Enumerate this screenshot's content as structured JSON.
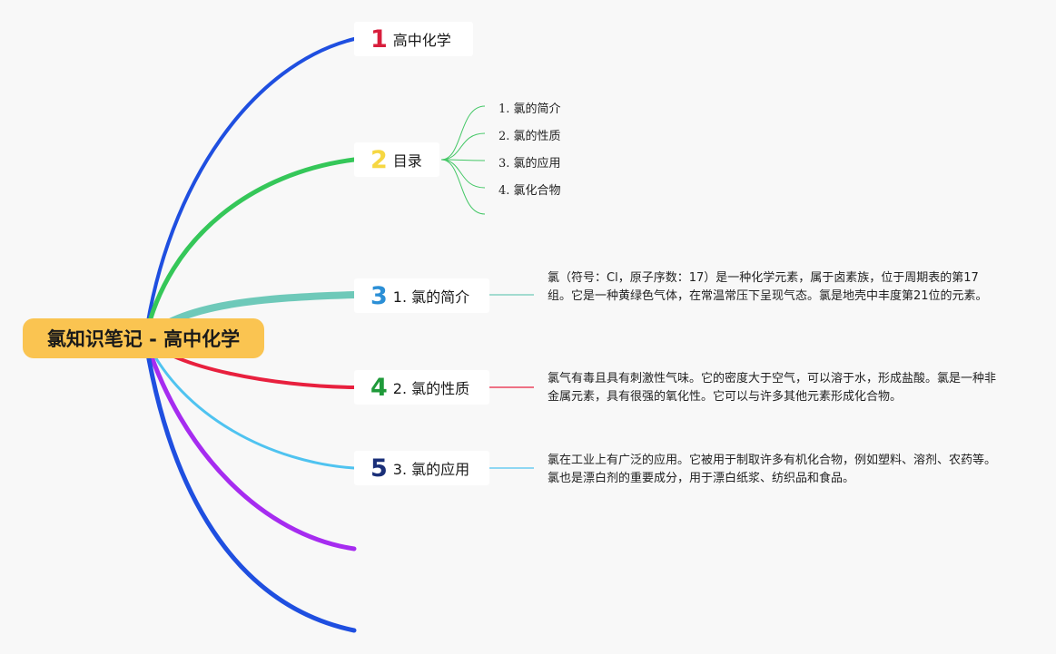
{
  "root": {
    "title": "氯知识笔记 - 高中化学"
  },
  "branches": [
    {
      "num": "1",
      "label": "高中化学",
      "color": "#d81e3c",
      "line_color": "#1f4fe0"
    },
    {
      "num": "2",
      "label": "目录",
      "color": "#f6d742",
      "line_color": "#35c759"
    },
    {
      "num": "3",
      "label": "1. 氯的简介",
      "color": "#2b8fd6",
      "line_color": "#6ec9b9"
    },
    {
      "num": "4",
      "label": "2. 氯的性质",
      "color": "#1f9a3a",
      "line_color": "#e8203e"
    },
    {
      "num": "5",
      "label": "3. 氯的应用",
      "color": "#1a2f78",
      "line_color": "#4fc3f0"
    }
  ],
  "extra_line_colors": [
    "#a62cf0",
    "#1f4fe0"
  ],
  "toc": {
    "items": [
      "1. 氯的简介",
      "2. 氯的性质",
      "3. 氯的应用",
      "4. 氯化合物"
    ]
  },
  "descriptions": {
    "intro": "氯（符号：Cl，原子序数：17）是一种化学元素，属于卤素族，位于周期表的第17组。它是一种黄绿色气体，在常温常压下呈现气态。氯是地壳中丰度第21位的元素。",
    "properties": "氯气有毒且具有刺激性气味。它的密度大于空气，可以溶于水，形成盐酸。氯是一种非金属元素，具有很强的氧化性。它可以与许多其他元素形成化合物。",
    "applications": "氯在工业上有广泛的应用。它被用于制取许多有机化合物，例如塑料、溶剂、农药等。氯也是漂白剂的重要成分，用于漂白纸浆、纺织品和食品。"
  }
}
